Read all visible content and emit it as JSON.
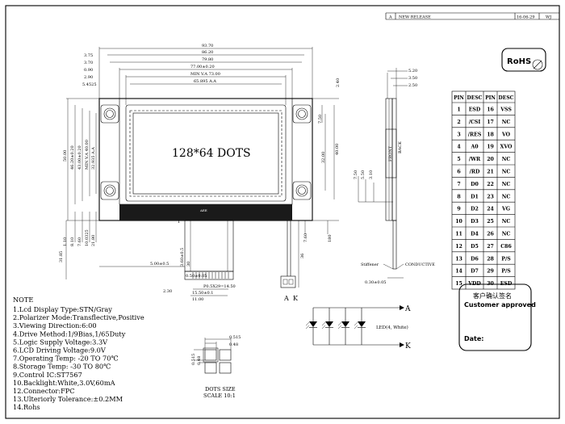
{
  "revision": {
    "rev": "A",
    "description": "NEW RELEASE",
    "date": "16-06-29",
    "by": "WJ"
  },
  "rohs_label": "RoHS",
  "display_text": "128*64 DOTS",
  "pin_table": {
    "headers": [
      "PIN",
      "DESC",
      "PIN",
      "DESC"
    ],
    "rows": [
      [
        "1",
        "ESD",
        "16",
        "VSS"
      ],
      [
        "2",
        "/CSI",
        "17",
        "NC"
      ],
      [
        "3",
        "/RES",
        "18",
        "VO"
      ],
      [
        "4",
        "A0",
        "19",
        "XVO"
      ],
      [
        "5",
        "/WR",
        "20",
        "NC"
      ],
      [
        "6",
        "/RD",
        "21",
        "NC"
      ],
      [
        "7",
        "D0",
        "22",
        "NC"
      ],
      [
        "8",
        "D1",
        "23",
        "NC"
      ],
      [
        "9",
        "D2",
        "24",
        "VG"
      ],
      [
        "10",
        "D3",
        "25",
        "NC"
      ],
      [
        "11",
        "D4",
        "26",
        "NC"
      ],
      [
        "12",
        "D5",
        "27",
        "C86"
      ],
      [
        "13",
        "D6",
        "28",
        "P/S"
      ],
      [
        "14",
        "D7",
        "29",
        "P/S"
      ],
      [
        "15",
        "VDD",
        "30",
        "ESD"
      ]
    ]
  },
  "customer_box": {
    "title_cn": "客户确认签名",
    "title_en": "Customer approved",
    "date_label": "Date:"
  },
  "notes_title": "NOTE",
  "notes": [
    "1.Lcd Display Type:STN/Gray",
    "2.Polarizer Mode:Transflective,Positive",
    "3.Viewing Direction:6:00",
    "4.Drive Method:1/9Bias,1/65Duty",
    "5.Logic Supply Voltage:3.3V",
    "6.LCD Driving Voltage:9.0V",
    "7.Operating Temp: -20 TO 70℃",
    "8.Storage Temp: -30 TO 80℃",
    "9.Control IC:ST7567",
    "10.Backlight:White,3.0V,60mA",
    "12.Connector:FPC",
    "13.Ulteriorly Tolerance:±0.2MM",
    "14.Rohs"
  ],
  "top_dims": [
    "93.70",
    "86.20",
    "3.75",
    "3.70",
    "79.80",
    "0.90",
    "77.00±0.20",
    "2.90",
    "MIN V.A 73.00",
    "5.4525",
    "65.895 A.A"
  ],
  "left_dims": [
    "50.00",
    "46.20±0.20",
    "43.00±0.20",
    "MIN V.A 40.00",
    "32.935 A.A"
  ],
  "right_dims": [
    "2.40",
    "7.50",
    "32.00",
    "40.00"
  ],
  "bottom_dims": [
    "1.10",
    "8.10",
    "7.60",
    "10.0325",
    "21.80",
    "31.85",
    "5.00±0.5",
    "3.60±0.5",
    "30",
    "0.50±0.05",
    "2.30",
    "P0.5X29=14.50",
    "15.50±0.1",
    "11.00",
    "7.60",
    "180",
    "36",
    "1"
  ],
  "side_dims": [
    "5.20",
    "3.50",
    "2.50",
    "7.50",
    "5.50",
    "3.10",
    "0.30±0.05"
  ],
  "side_labels": {
    "front": "FRONT",
    "back": "BACK",
    "stiffener": "Stiffener",
    "conductive": "CONDUCTIVE"
  },
  "connector_labels": [
    "A",
    "K"
  ],
  "led": {
    "anode": "A",
    "cathode": "K",
    "label": "LED(4, White)"
  },
  "dots": {
    "dims": [
      "0.515",
      "0.48",
      "0.515",
      "0.48"
    ],
    "title": "DOTS SIZE",
    "scale": "SCALE 10:1"
  }
}
